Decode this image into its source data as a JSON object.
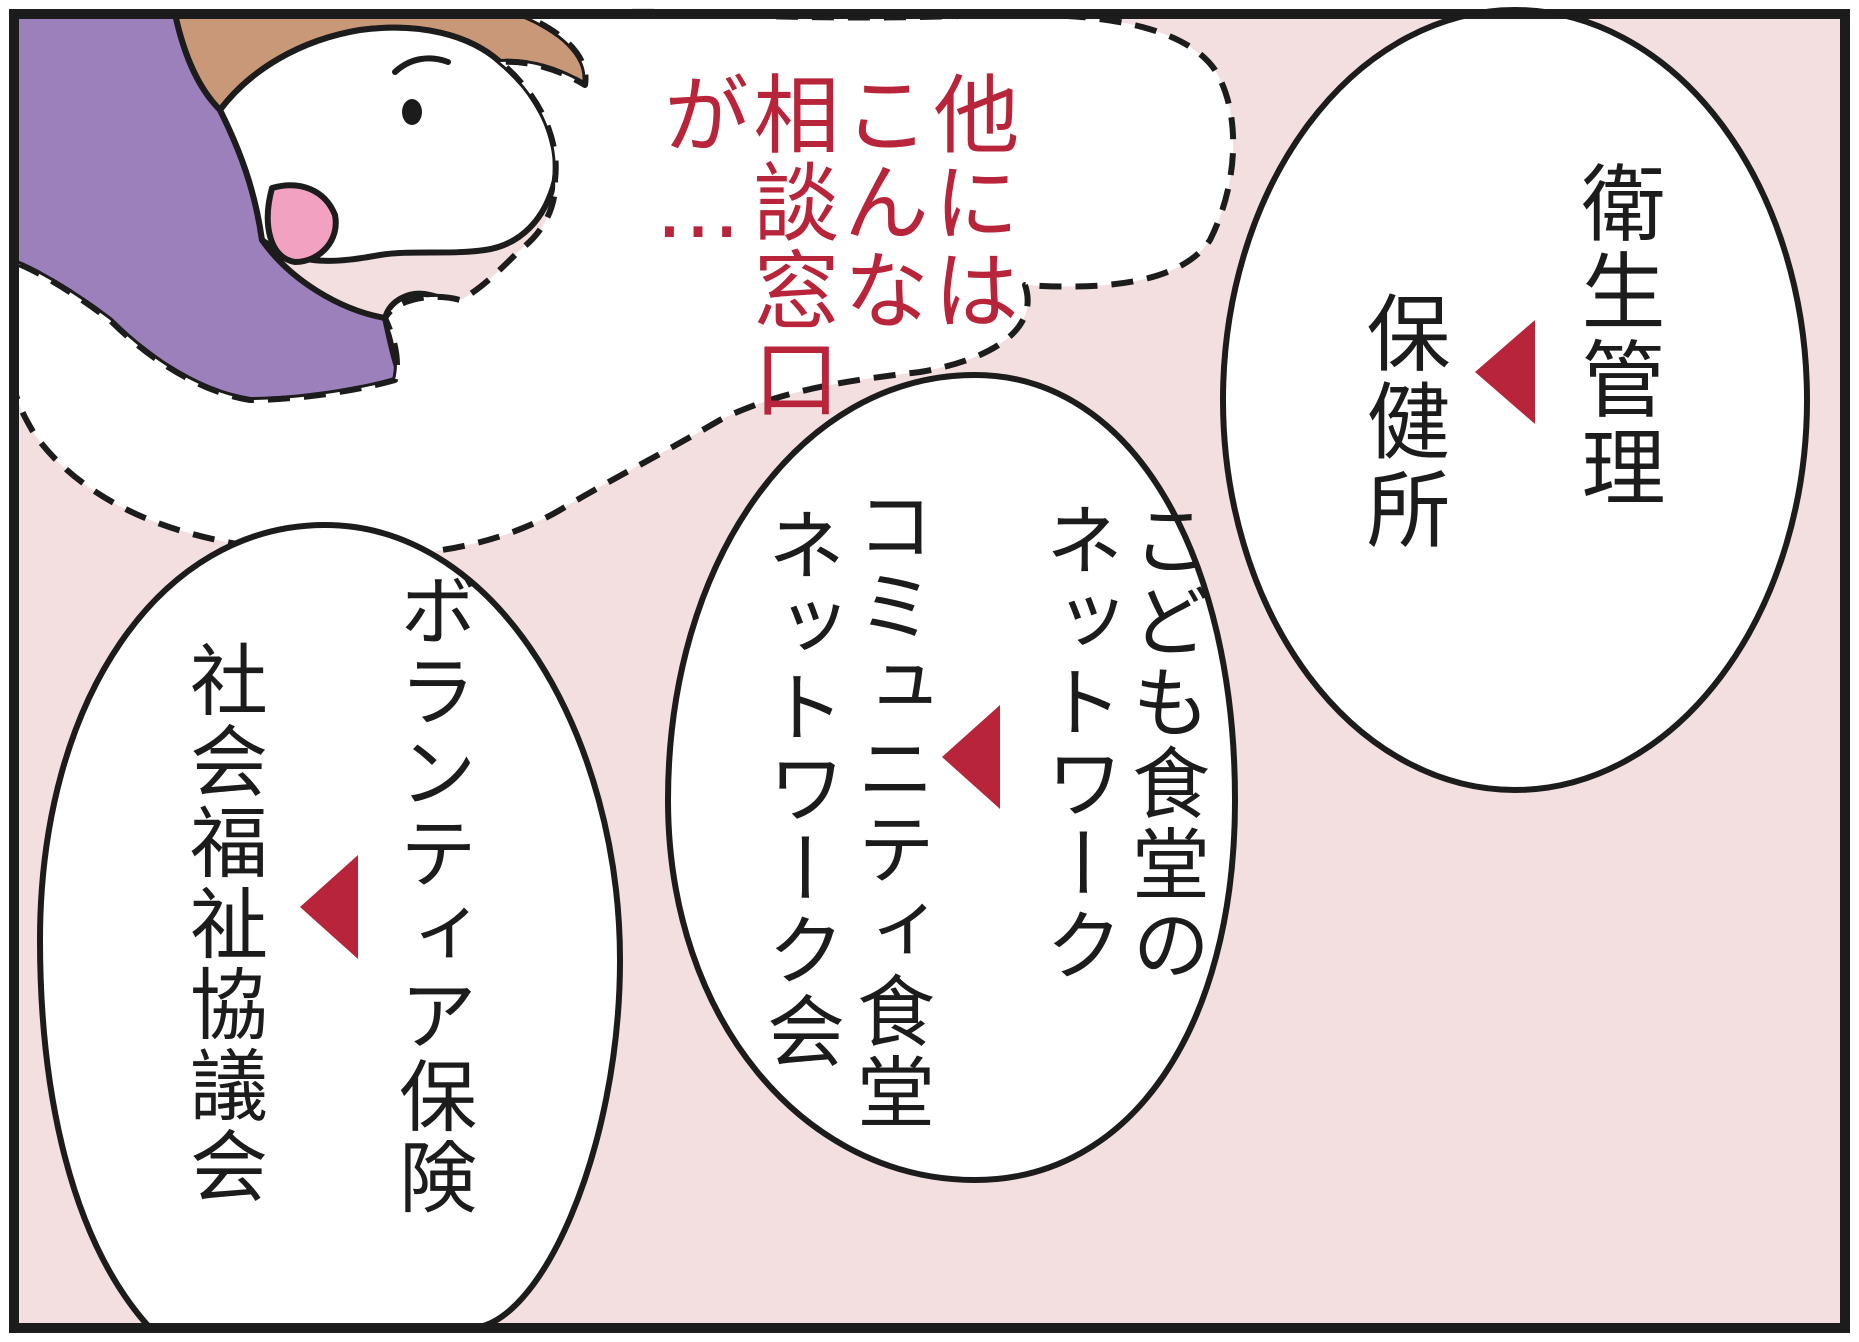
{
  "panel": {
    "background_color": "#f3dfe0",
    "border_color": "#1c1c1c",
    "accent_color": "#b8243a",
    "shirt_color": "#9c80bb",
    "hair_color": "#c89878"
  },
  "speech_bubble": {
    "lines": [
      "他には",
      "こんな",
      "相談窓口",
      "が…"
    ]
  },
  "bubbles": [
    {
      "id": "hygiene",
      "topic": [
        "衛生管理"
      ],
      "contact": [
        "保健所"
      ]
    },
    {
      "id": "kodomo",
      "topic": [
        "こども食堂の",
        "ネットワーク"
      ],
      "contact": [
        "コミュニティ食堂",
        "ネットワーク会"
      ]
    },
    {
      "id": "volunteer",
      "topic": [
        "ボランティア保険"
      ],
      "contact": [
        "社会福祉協議会"
      ]
    }
  ]
}
